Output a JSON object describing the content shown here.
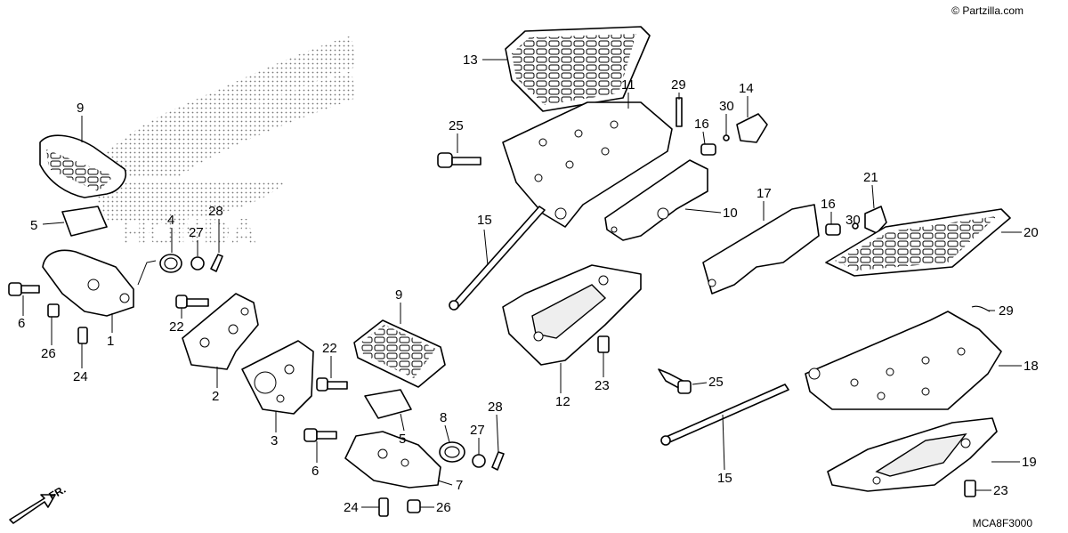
{
  "watermark": "© Partzilla.com",
  "diagram_code": "MCA8F3000",
  "direction_label": "FR.",
  "logo_text": "HONDA",
  "callouts": [
    "1",
    "2",
    "3",
    "4",
    "5",
    "6",
    "7",
    "8",
    "9",
    "10",
    "11",
    "12",
    "13",
    "14",
    "15",
    "16",
    "17",
    "18",
    "19",
    "20",
    "21",
    "22",
    "23",
    "24",
    "25",
    "26",
    "27",
    "28",
    "29",
    "30"
  ]
}
